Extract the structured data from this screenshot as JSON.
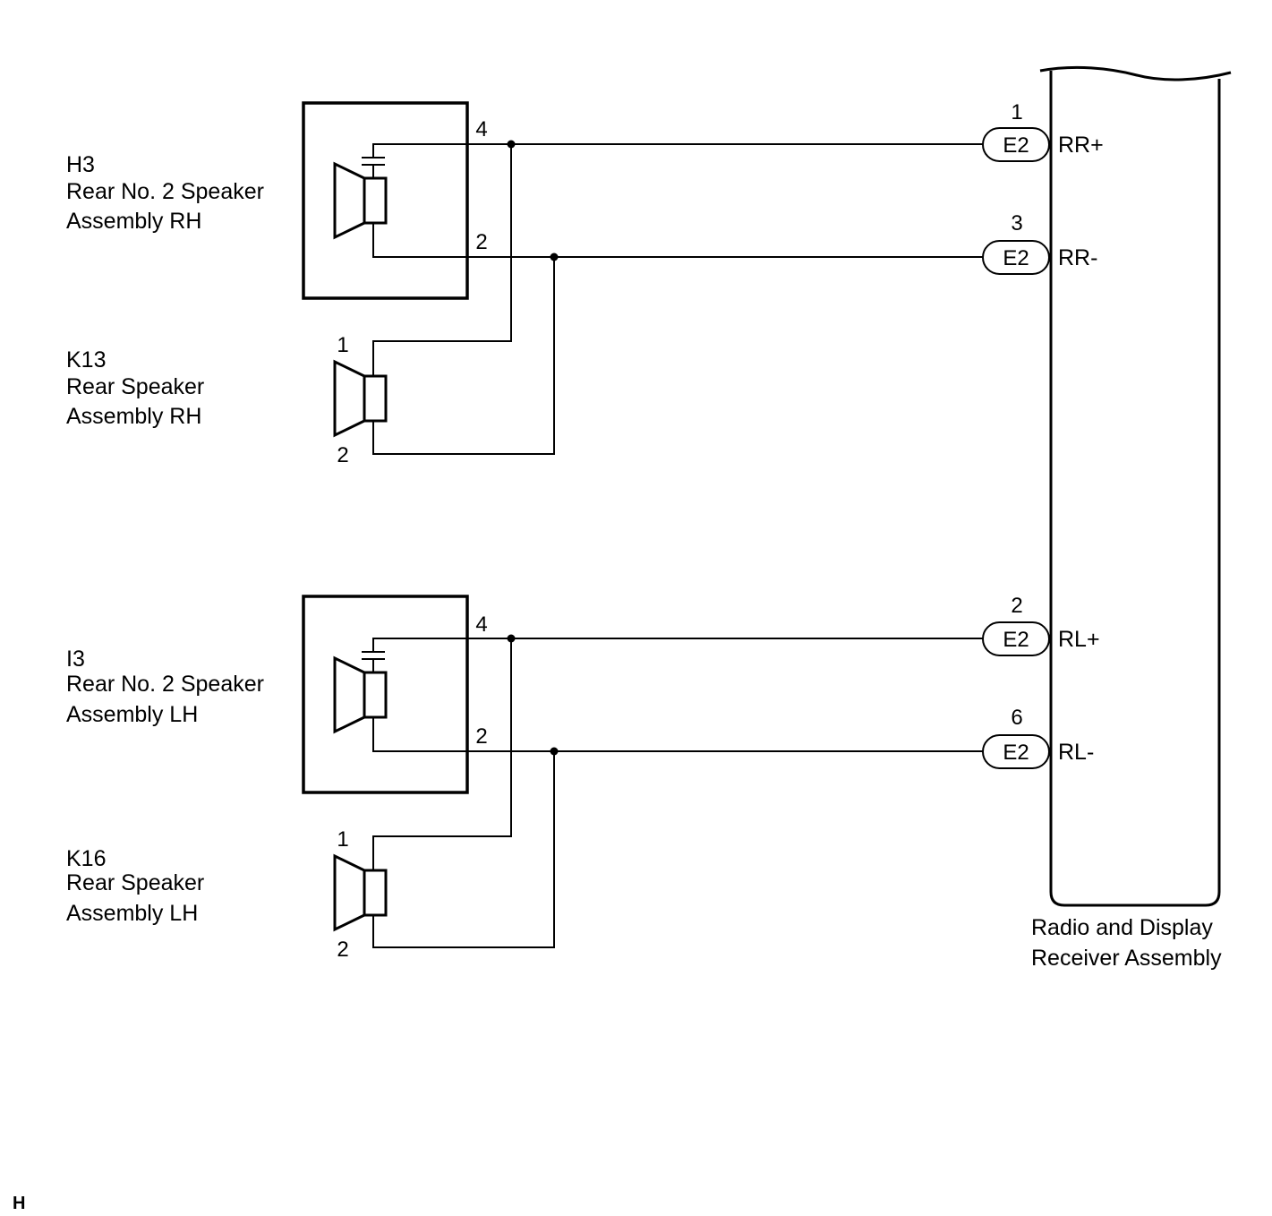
{
  "components": {
    "h3": {
      "code": "H3",
      "line1": "Rear No. 2 Speaker",
      "line2": "Assembly RH",
      "pin_top": "4",
      "pin_bottom": "2"
    },
    "k13": {
      "code": "K13",
      "line1": "Rear Speaker",
      "line2": "Assembly RH",
      "pin_top": "1",
      "pin_bottom": "2"
    },
    "i3": {
      "code": "I3",
      "line1": "Rear No. 2 Speaker",
      "line2": "Assembly LH",
      "pin_top": "4",
      "pin_bottom": "2"
    },
    "k16": {
      "code": "K16",
      "line1": "Rear Speaker",
      "line2": "Assembly LH",
      "pin_top": "1",
      "pin_bottom": "2"
    }
  },
  "receiver": {
    "line1": "Radio and Display",
    "line2": "Receiver Assembly",
    "terminals": [
      {
        "connector": "E2",
        "pin": "1",
        "signal": "RR+"
      },
      {
        "connector": "E2",
        "pin": "3",
        "signal": "RR-"
      },
      {
        "connector": "E2",
        "pin": "2",
        "signal": "RL+"
      },
      {
        "connector": "E2",
        "pin": "6",
        "signal": "RL-"
      }
    ]
  },
  "corner_mark": "H"
}
